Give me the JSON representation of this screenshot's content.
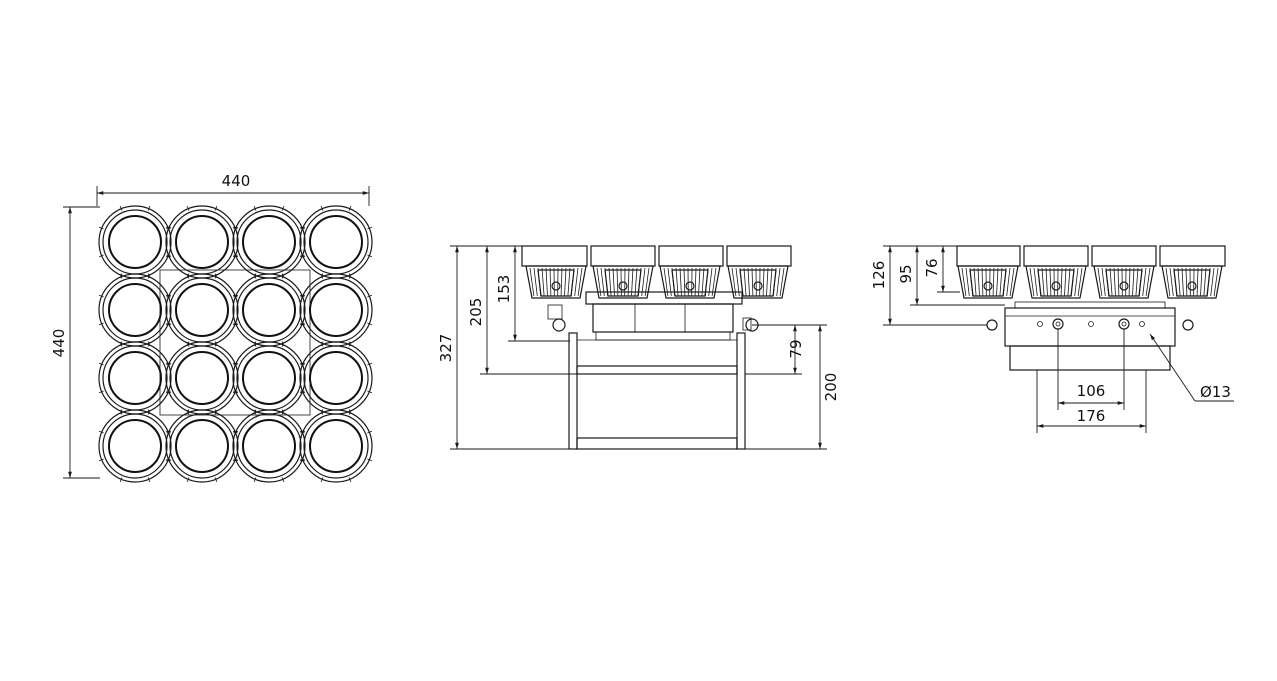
{
  "front_view": {
    "width_label": "440",
    "height_label": "440"
  },
  "side_view": {
    "total_height_label": "327",
    "height_205_label": "205",
    "height_153_label": "153",
    "bracket_79_label": "79",
    "bracket_200_label": "200"
  },
  "rear_view": {
    "height_126_label": "126",
    "height_95_label": "95",
    "height_76_label": "76",
    "hole_spacing_106_label": "106",
    "bracket_width_176_label": "176",
    "hole_diameter_label": "Ø13"
  }
}
